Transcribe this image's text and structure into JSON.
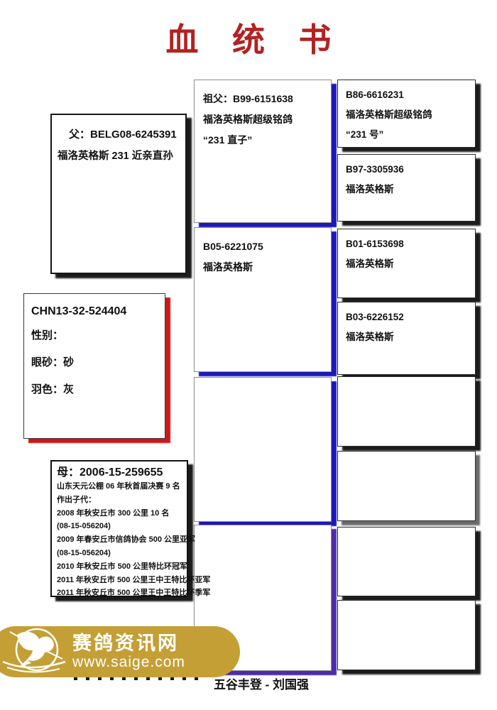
{
  "title": "血 统 书",
  "colors": {
    "title_red": "#b22222",
    "shadow_blue": "#1c18b8",
    "shadow_purple": "#4d2ba8",
    "shadow_red": "#cf1717",
    "shadow_black": "#1c1c1c",
    "badge_gold": "#c49f35"
  },
  "pedigree": {
    "father": {
      "title": "父：BELG08-6245391",
      "desc": "福洛英格斯 231 近亲直孙"
    },
    "subject": {
      "ring": "CHN13-32-524404",
      "attrs": [
        "性别：",
        "眼砂：砂",
        "羽色：灰"
      ]
    },
    "mother": {
      "title": "母：2006-15-259655",
      "lines": [
        "山东天元公棚 06 年秋首届决赛 9 名",
        "作出子代：",
        "2008 年秋安丘市 300 公里 10 名",
        "(08-15-056204)",
        "2009 年春安丘市信鸽协会 500 公里亚军",
        "(08-15-056204)",
        "2010 年秋安丘市 500 公里特比环冠军",
        "2011 年秋安丘市 500 公里王中王特比环亚军",
        "2011 年秋安丘市 500 公里王中王特比环季军"
      ]
    },
    "grandparents": [
      {
        "lines": [
          "祖父：B99-6151638",
          "福洛英格斯超级铭鸽",
          "“231 直子”"
        ]
      },
      {
        "lines": [
          "B05-6221075",
          "福洛英格斯"
        ]
      },
      {
        "lines": []
      },
      {
        "lines": []
      }
    ],
    "great_grandparents": [
      {
        "lines": [
          "B86-6616231",
          "福洛英格斯超级铭鸽",
          "“231 号”"
        ]
      },
      {
        "lines": [
          "B97-3305936",
          "福洛英格斯"
        ]
      },
      {
        "lines": [
          "B01-6153698",
          "福洛英格斯"
        ]
      },
      {
        "lines": [
          "B03-6226152",
          "福洛英格斯"
        ]
      },
      {
        "lines": []
      },
      {
        "lines": []
      },
      {
        "lines": []
      },
      {
        "lines": []
      }
    ]
  },
  "watermark": {
    "site_name": "赛鸽资讯网",
    "site_url": "www.saige.com"
  },
  "footer": {
    "caption": "五谷丰登 - 刘国强"
  }
}
